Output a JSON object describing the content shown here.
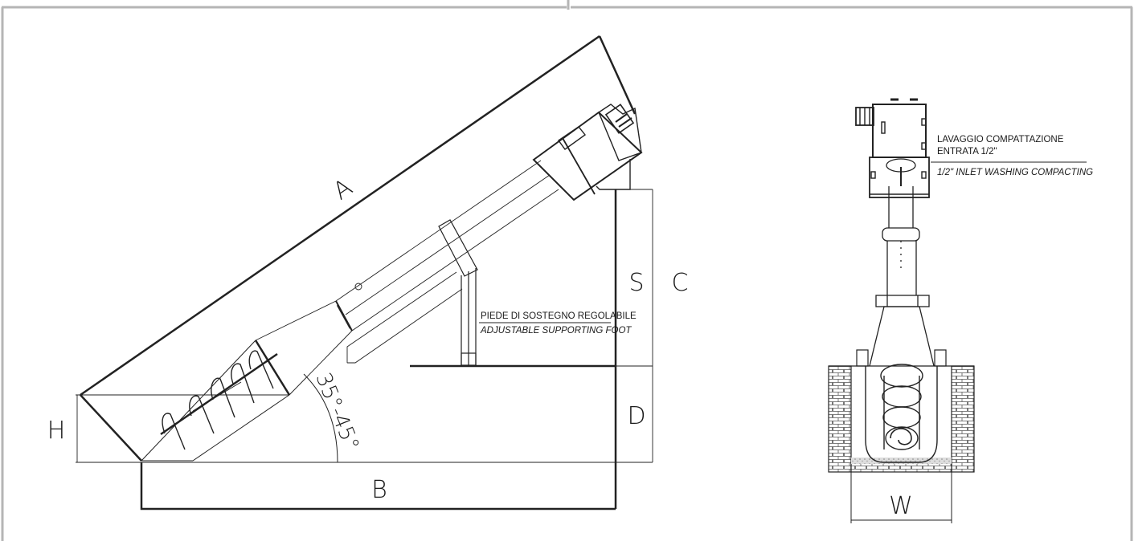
{
  "side_view": {
    "dimensions": {
      "A": "A",
      "B": "B",
      "C": "C",
      "D": "D",
      "H": "H",
      "S": "S"
    },
    "angle_label": "35°-45°",
    "foot_note_it": "PIEDE DI SOSTEGNO REGOLABILE",
    "foot_note_en": "ADJUSTABLE SUPPORTING FOOT"
  },
  "front_view": {
    "dimensions": {
      "W": "W"
    },
    "washing_note_it_line1": "LAVAGGIO COMPATTAZIONE",
    "washing_note_it_line2": "ENTRATA 1/2\"",
    "washing_note_en": "1/2\" INLET WASHING COMPACTING"
  },
  "colors": {
    "line": "#222222",
    "frame": "#b5b5b5",
    "brick": "#555555"
  }
}
